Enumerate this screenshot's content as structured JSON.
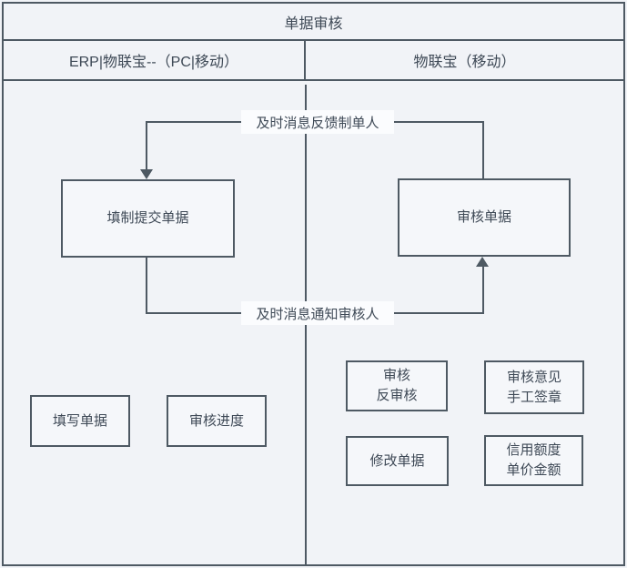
{
  "colors": {
    "line": "#4e5963",
    "text": "#3e4956",
    "background": "#f1f3f7",
    "label_bg": "#fbfcfe",
    "box_bg": "#f5f7fa"
  },
  "header": {
    "title": "单据审核"
  },
  "lanes": {
    "left_label": "ERP|物联宝--（PC|移动）",
    "right_label": "物联宝（移动）"
  },
  "flow": {
    "feedback_label": "及时消息反馈制单人",
    "notify_label": "及时消息通知审核人",
    "submit_box_label": "填制提交单据",
    "review_box_label": "审核单据"
  },
  "left_lane_boxes": [
    {
      "label": "填写单据"
    },
    {
      "label": "审核进度"
    }
  ],
  "right_lane_boxes": [
    {
      "line1": "审核",
      "line2": "反审核"
    },
    {
      "line1": "审核意见",
      "line2": "手工签章"
    },
    {
      "line1": "修改单据",
      "line2": ""
    },
    {
      "line1": "信用额度",
      "line2": "单价金额"
    }
  ]
}
